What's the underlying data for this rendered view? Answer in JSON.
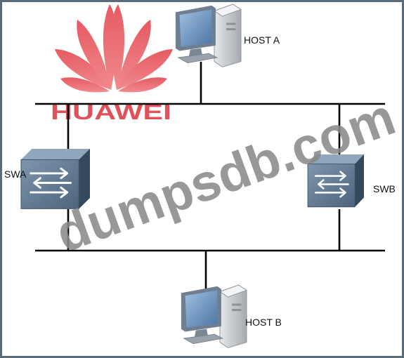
{
  "diagram": {
    "nodes": {
      "host_a": {
        "label": "HOST A",
        "icon": "computer-icon"
      },
      "host_b": {
        "label": "HOST B",
        "icon": "computer-icon"
      },
      "swa": {
        "label": "SWA",
        "icon": "switch-icon"
      },
      "swb": {
        "label": "SWB",
        "icon": "switch-icon"
      }
    },
    "links": [
      {
        "from": "host_a",
        "to": "top-bus"
      },
      {
        "from": "swa",
        "to": "top-bus"
      },
      {
        "from": "swa",
        "to": "bottom-bus"
      },
      {
        "from": "swb",
        "to": "top-bus"
      },
      {
        "from": "swb",
        "to": "bottom-bus"
      },
      {
        "from": "host_b",
        "to": "bottom-bus"
      }
    ]
  },
  "logo": {
    "text": "HUAWEI",
    "color": "#e0525a",
    "icon": "huawei-logo-icon"
  },
  "watermark": {
    "text": "dumpsdb.com"
  },
  "colors": {
    "line": "#000000",
    "border": "#5a6b7a",
    "switch": "#5f7890",
    "monitor": "#6a8db5"
  }
}
